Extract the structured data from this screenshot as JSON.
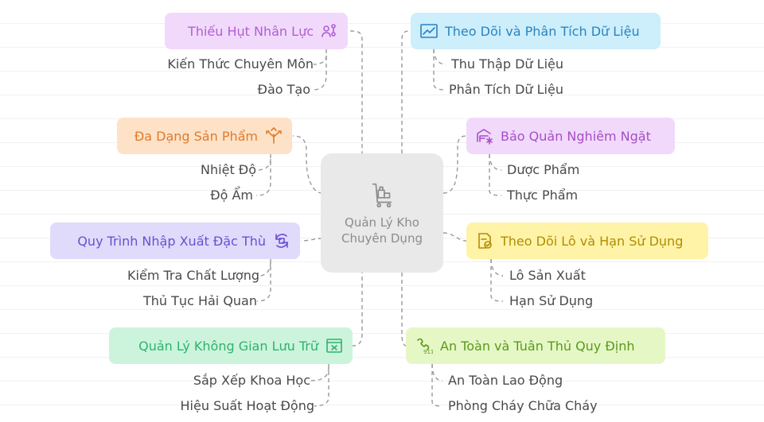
{
  "center": {
    "title": "Quản Lý Kho Chuyên Dụng",
    "icon": "warehouse-cart-icon"
  },
  "branches": [
    {
      "id": "thieu-hut",
      "label": "Thiếu Hụt Nhân Lực",
      "icon": "people-icon",
      "color": "#b05fd4",
      "bg": "#f1d9fb",
      "items": [
        "Kiến Thức Chuyên Môn",
        "Đào Tạo"
      ]
    },
    {
      "id": "da-dang",
      "label": "Đa Dạng Sản Phẩm",
      "icon": "branching-arrows-icon",
      "color": "#e07b2a",
      "bg": "#fde2c8",
      "items": [
        "Nhiệt Độ",
        "Độ Ẩm"
      ]
    },
    {
      "id": "quy-trinh",
      "label": "Quy Trình Nhập Xuất Đặc Thù",
      "icon": "process-cycle-icon",
      "color": "#6a4fd1",
      "bg": "#e0dbfb",
      "items": [
        "Kiểm Tra Chất Lượng",
        "Thủ Tục Hải Quan"
      ]
    },
    {
      "id": "khong-gian",
      "label": "Quản Lý Không Gian Lưu Trữ",
      "icon": "storage-box-icon",
      "color": "#2fb36a",
      "bg": "#ccf4dd",
      "items": [
        "Sắp Xếp Khoa Học",
        "Hiệu Suất Hoạt Động"
      ]
    },
    {
      "id": "theo-doi",
      "label": "Theo Dõi và Phân Tích Dữ Liệu",
      "icon": "line-chart-icon",
      "color": "#2a84bf",
      "bg": "#cdeefb",
      "items": [
        "Thu Thập Dữ Liệu",
        "Phân Tích Dữ Liệu"
      ]
    },
    {
      "id": "bao-quan",
      "label": "Bảo Quản Nghiêm Ngặt",
      "icon": "cold-storage-icon",
      "color": "#a64fc7",
      "bg": "#f1d9fb",
      "items": [
        "Dược Phẩm",
        "Thực Phẩm"
      ]
    },
    {
      "id": "lo-han",
      "label": "Theo Dõi Lô và Hạn Sử Dụng",
      "icon": "expiry-check-icon",
      "color": "#b08d00",
      "bg": "#fff3a8",
      "items": [
        "Lô Sản Xuất",
        "Hạn Sử Dụng"
      ]
    },
    {
      "id": "an-toan",
      "label": "An Toàn và Tuân Thủ Quy Định",
      "icon": "emergency-911-icon",
      "color": "#5a9a1c",
      "bg": "#e6f7c6",
      "items": [
        "An Toàn Lao Động",
        "Phòng Cháy Chữa Cháy"
      ]
    }
  ]
}
